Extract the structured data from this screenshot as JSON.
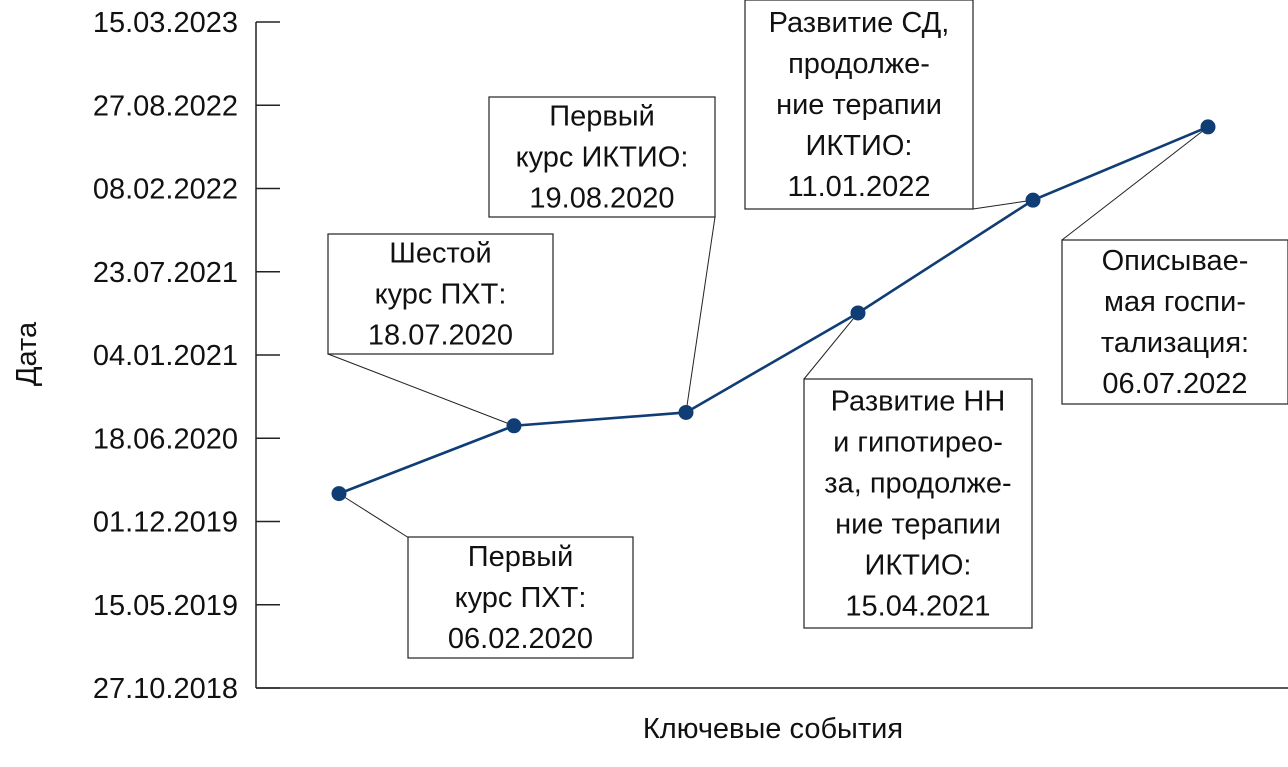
{
  "chart_data": {
    "type": "line",
    "xlabel": "Ключевые события",
    "ylabel": "Дата",
    "yticks": [
      "27.10.2018",
      "15.05.2019",
      "01.12.2019",
      "18.06.2020",
      "04.01.2021",
      "23.07.2021",
      "08.02.2022",
      "27.08.2022",
      "15.03.2023"
    ],
    "ylim": [
      "27.10.2018",
      "15.03.2023"
    ],
    "grid": false,
    "series": [
      {
        "color": "#0f3d74",
        "points": [
          {
            "x": 1,
            "y": "06.02.2020"
          },
          {
            "x": 2,
            "y": "18.07.2020"
          },
          {
            "x": 3,
            "y": "19.08.2020"
          },
          {
            "x": 4,
            "y": "15.04.2021"
          },
          {
            "x": 5,
            "y": "11.01.2022"
          },
          {
            "x": 6,
            "y": "06.07.2022"
          }
        ]
      }
    ],
    "annotations": [
      {
        "point": 1,
        "lines": [
          "Первый",
          "курс ПХТ:",
          "06.02.2020"
        ]
      },
      {
        "point": 2,
        "lines": [
          "Шестой",
          "курс ПХТ:",
          "18.07.2020"
        ]
      },
      {
        "point": 3,
        "lines": [
          "Первый",
          "курс ИКТИО:",
          "19.08.2020"
        ]
      },
      {
        "point": 4,
        "lines": [
          "Развитие НН",
          "и гипотирео-",
          "за, продолже-",
          "ние терапии",
          "ИКТИО:",
          "15.04.2021"
        ]
      },
      {
        "point": 5,
        "lines": [
          "Развитие СД,",
          "продолже-",
          "ние терапии",
          "ИКТИО:",
          "11.01.2022"
        ]
      },
      {
        "point": 6,
        "lines": [
          "Описывае-",
          "мая госпи-",
          "тализация:",
          "06.07.2022"
        ]
      }
    ]
  }
}
